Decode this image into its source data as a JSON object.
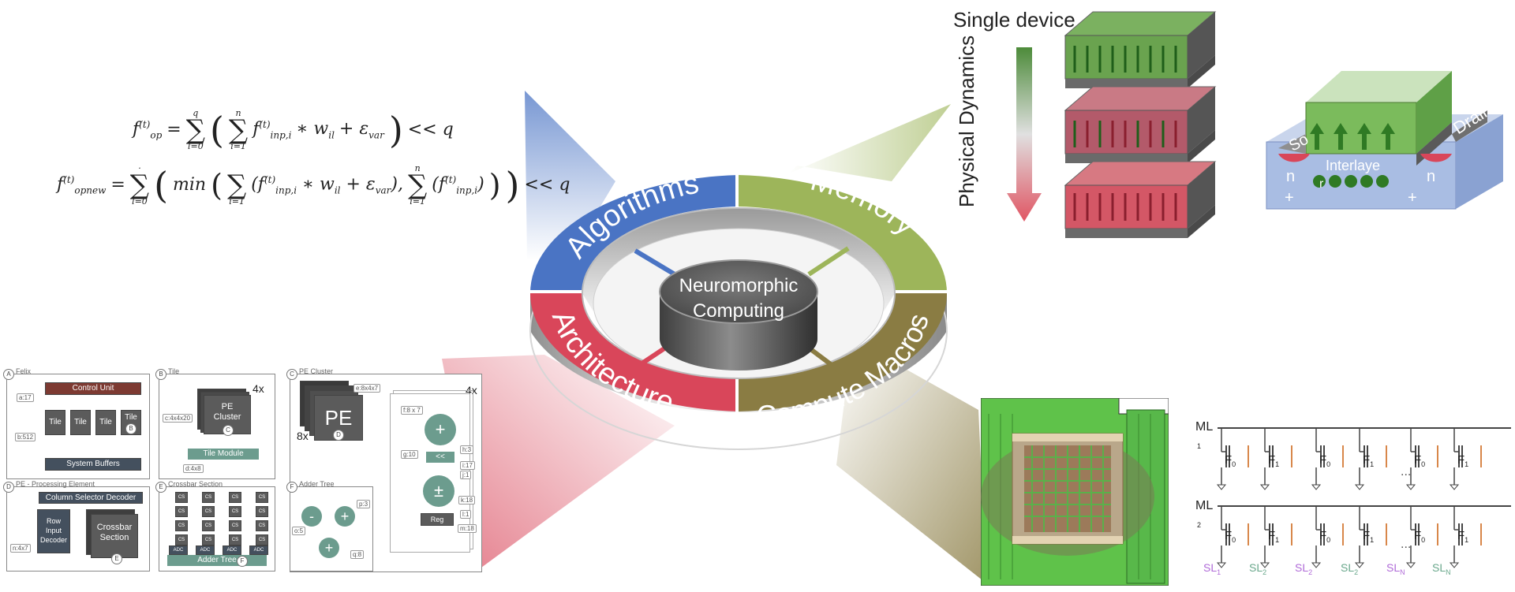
{
  "center": {
    "title_line1": "Neuromorphic",
    "title_line2": "Computing",
    "segments": {
      "algorithms": "Algorithms",
      "memory": "Memory",
      "architecture": "Architecture",
      "compute_macros": "Compute Macros"
    }
  },
  "colors": {
    "algorithms": "#4a74c4",
    "memory": "#9db55a",
    "architecture": "#d9465a",
    "compute_macros": "#8a7c43",
    "teal": "#6c9c8e"
  },
  "equations": {
    "eq1": {
      "lhs_f": "f",
      "lhs_sup": "(t)",
      "lhs_sub": "op",
      "sum1_top": "q",
      "sum1_bottom": "l=0",
      "sum2_top": "n",
      "sum2_bottom": "i=1",
      "term_sup": "(t)",
      "term_sub": "inp,i",
      "w_sub": "il",
      "eps_sub": "var",
      "tail": "<< q"
    },
    "eq2": {
      "lhs_sub": "opnew",
      "sum1_top": "·",
      "sum1_bottom": "l=0",
      "min_word": "min",
      "sum2_bottom": "i=1",
      "sum3_top": "n",
      "sum3_bottom": "i=1",
      "tail": "<< q"
    }
  },
  "device": {
    "single_device": "Single device",
    "physical_dynamics": "Physical Dynamics",
    "fet_source": "So",
    "fet_drain": "Drain",
    "fet_interlayer": "Interlaye",
    "fet_r": "r",
    "n1": "n",
    "n2": "n",
    "plus1": "+",
    "plus2": "+"
  },
  "architecture": {
    "panel_a": {
      "letter": "A",
      "title": "Felix",
      "control": "Control Unit",
      "tile": "Tile",
      "tile_tag": "B",
      "buffers": "System Buffers",
      "dim_a": "a:17",
      "dim_b": "b:512"
    },
    "panel_b": {
      "letter": "B",
      "title": "Tile",
      "mult": "4x",
      "cluster": "PE\nCluster",
      "cluster_tag": "C",
      "module": "Tile Module",
      "dim_c": "c:4x4x20",
      "dim_d": "d:4x8"
    },
    "panel_c": {
      "letter": "C",
      "title": "PE Cluster",
      "mult_top": "4x",
      "mult_left": "8x",
      "pe": "PE",
      "pe_tag": "D",
      "dim_e": "e:8x4x7",
      "dim_f": "f:8 x 7",
      "dim_g": "g:10",
      "dim_h": "h:3",
      "dim_i": "i:17",
      "dim_j": "j:1",
      "dim_k": "k:18",
      "dim_l": "l:1",
      "dim_m": "m:18",
      "plus": "+",
      "shift": "<<",
      "pm": "±",
      "reg": "Reg"
    },
    "panel_d": {
      "letter": "D",
      "title": "PE - Processing Element",
      "col_dec": "Column Selector Decoder",
      "row_dec": "Row\nInput\nDecoder",
      "crossbar": "Crossbar\nSection",
      "crossbar_tag": "E",
      "dim_n": "n:4x7"
    },
    "panel_e": {
      "letter": "E",
      "title": "Crossbar Section",
      "cs": "CS",
      "adc": "ADC",
      "adder": "Adder Tree",
      "adder_tag": "F"
    },
    "panel_f": {
      "letter": "F",
      "title": "Adder Tree",
      "minus": "-",
      "plus": "+",
      "dim_o": "o:5",
      "dim_p": "p:3",
      "dim_q": "q:8"
    }
  },
  "circuit": {
    "ml1": "ML",
    "ml1_idx": "1",
    "ml2": "ML",
    "ml2_idx": "2",
    "f0": "F",
    "f0_sub": "0",
    "f1": "F",
    "f1_sub": "1",
    "dots": "...",
    "sl": [
      {
        "t": "SL",
        "s": "1",
        "color": "#b06bd8"
      },
      {
        "t": "SL",
        "s": "2",
        "color": "#6aa88c"
      },
      {
        "t": "SL",
        "s": "2",
        "color": "#b06bd8"
      },
      {
        "t": "SL",
        "s": "2",
        "color": "#6aa88c"
      },
      {
        "t": "SL",
        "s": "N",
        "color": "#b06bd8"
      },
      {
        "t": "SL",
        "s": "N",
        "color": "#6aa88c"
      }
    ]
  }
}
